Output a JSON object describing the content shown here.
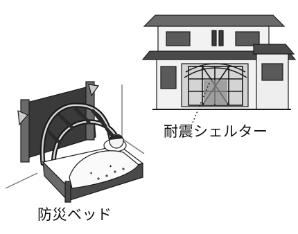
{
  "captions": {
    "shelter": "耐震シェルター",
    "bed": "防災ベッド"
  },
  "illustrations": [
    {
      "name": "house-with-earthquake-shelter"
    },
    {
      "name": "disaster-bed-with-sleeping-person"
    }
  ],
  "colors": {
    "ink": "#1a1a1a",
    "dark_fill": "#3a3a3a",
    "mid_fill": "#8a8a8a",
    "light_fill": "#d4d4d4",
    "paper": "#ffffff"
  }
}
